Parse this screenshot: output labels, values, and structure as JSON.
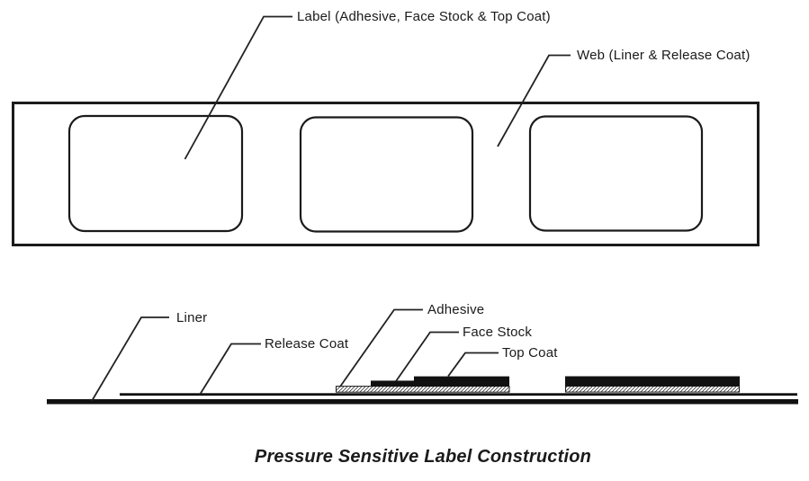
{
  "diagram": {
    "caption": "Pressure Sensitive Label Construction",
    "top_view": {
      "label_callout": "Label (Adhesive, Face Stock & Top Coat)",
      "web_callout": "Web (Liner & Release Coat)"
    },
    "cross_section": {
      "liner_callout": "Liner",
      "release_coat_callout": "Release Coat",
      "adhesive_callout": "Adhesive",
      "face_stock_callout": "Face Stock",
      "top_coat_callout": "Top Coat"
    },
    "colors": {
      "ink": "#1a1a1a",
      "background": "#ffffff"
    }
  }
}
